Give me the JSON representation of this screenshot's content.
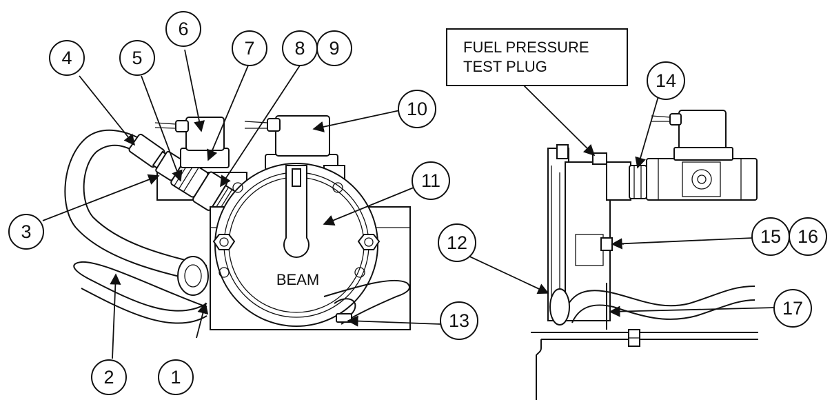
{
  "callouts": [
    "1",
    "2",
    "3",
    "4",
    "5",
    "6",
    "7",
    "8",
    "9",
    "10",
    "11",
    "12",
    "13",
    "14",
    "15",
    "16",
    "17"
  ],
  "labels": {
    "test_plug_line1": "FUEL PRESSURE",
    "test_plug_line2": "TEST PLUG",
    "beam": "BEAM"
  }
}
